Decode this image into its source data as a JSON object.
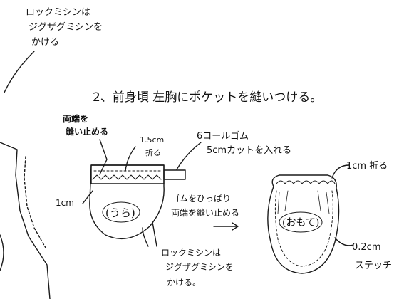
{
  "notes": {
    "top_note": [
      "ロックミシンは",
      "ジグザグミシンを",
      "かける"
    ],
    "step_title": "2、前身頃 左胸にポケットを縫いつける。",
    "both_ends": [
      "両端を",
      "縫い止める"
    ],
    "fold_15": [
      "1.5cm",
      "折る"
    ],
    "elastic": [
      "6コールゴム",
      "5cmカットを入れる"
    ],
    "one_cm": "1cm",
    "back_label": "(うら)",
    "pull_elastic": [
      "ゴムをひっぱり",
      "両端を縫い止める"
    ],
    "bottom_note": [
      "ロックミシンは",
      "ジグザグミシンを",
      "かける。"
    ],
    "fold_1": "1cm 折る",
    "front_label": "(おもて)",
    "stitch": [
      "0.2cm",
      "ステッチ"
    ]
  }
}
